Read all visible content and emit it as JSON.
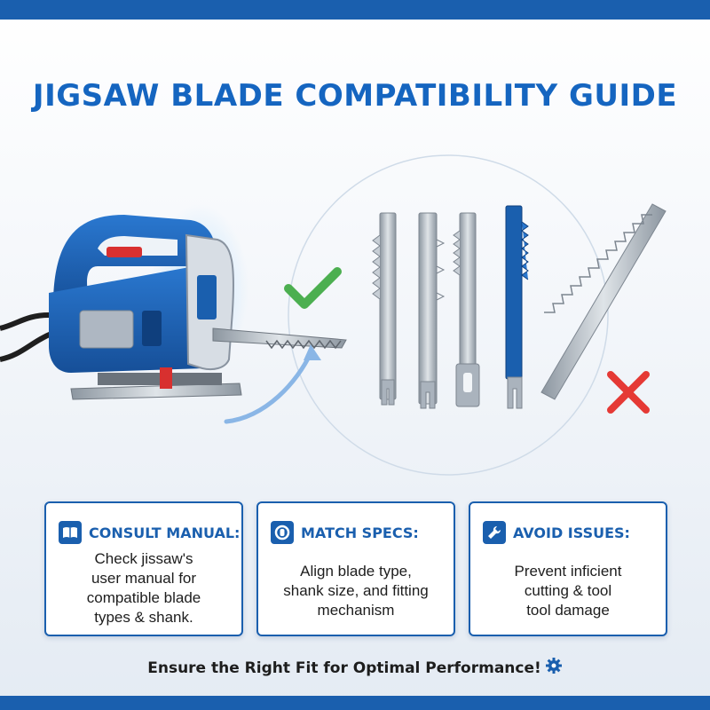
{
  "colors": {
    "brand_blue": "#1a5fae",
    "check_green": "#4caf50",
    "cross_red": "#e53935"
  },
  "title": "JIGSAW BLADE COMPATIBILITY GUIDE",
  "illustration": {
    "tool": "jigsaw-icon",
    "compatible_mark": "checkmark-icon",
    "incompatible_mark": "cross-icon",
    "blades": [
      "blade-t-shank",
      "blade-t-shank-2",
      "blade-u-shank",
      "blade-blue-t-shank",
      "blade-incompatible-angled"
    ]
  },
  "cards": [
    {
      "icon": "book-icon",
      "title": "CONSULT MANUAL:",
      "lines": [
        "Check jissaw's",
        "user manual for",
        "compatible blade",
        "types & shank."
      ]
    },
    {
      "icon": "gauge-icon",
      "title": "MATCH SPECS:",
      "lines": [
        "Align blade type,",
        "shank size, and fitting",
        "mechanism"
      ]
    },
    {
      "icon": "wrench-icon",
      "title": "AVOID ISSUES:",
      "lines": [
        "Prevent inficient",
        "cutting & tool",
        "tool damage"
      ]
    }
  ],
  "footer": {
    "text": "Ensure the Right Fit for Optimal Performance!",
    "icon": "gear-icon"
  }
}
